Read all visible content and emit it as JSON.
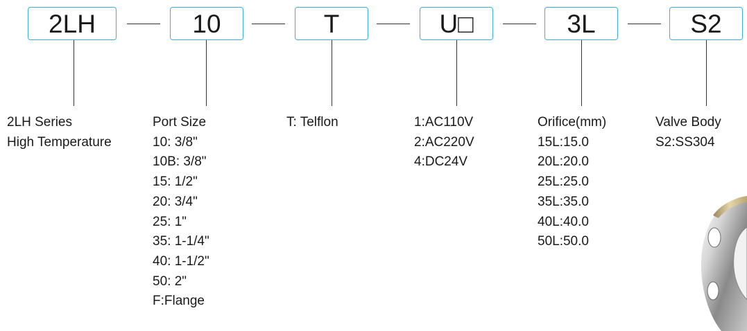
{
  "codes": [
    {
      "id": "series",
      "label": "2LH"
    },
    {
      "id": "port",
      "label": "10"
    },
    {
      "id": "seal",
      "label": "T"
    },
    {
      "id": "voltage",
      "label": "U□"
    },
    {
      "id": "orifice",
      "label": "3L"
    },
    {
      "id": "body",
      "label": "S2"
    }
  ],
  "series": {
    "lines": [
      "2LH Series",
      "High Temperature"
    ]
  },
  "port": {
    "lines": [
      "Port Size",
      "10: 3/8\"",
      "10B: 3/8\"",
      "15: 1/2\"",
      "20: 3/4\"",
      "25: 1\"",
      "35: 1-1/4\"",
      "40: 1-1/2\"",
      "50: 2\"",
      "F:Flange"
    ]
  },
  "seal": {
    "lines": [
      "T: Telflon"
    ]
  },
  "voltage": {
    "lines": [
      "1:AC110V",
      "2:AC220V",
      "4:DC24V"
    ]
  },
  "orifice": {
    "lines": [
      "Orifice(mm)",
      "15L:15.0",
      "20L:20.0",
      "25L:25.0",
      "35L:35.0",
      "40L:40.0",
      "50L:50.0"
    ]
  },
  "body": {
    "lines": [
      "Valve Body",
      "S2:SS304"
    ]
  },
  "colors": {
    "box_border": "#3ab0e0",
    "text": "#1a1a1a"
  }
}
